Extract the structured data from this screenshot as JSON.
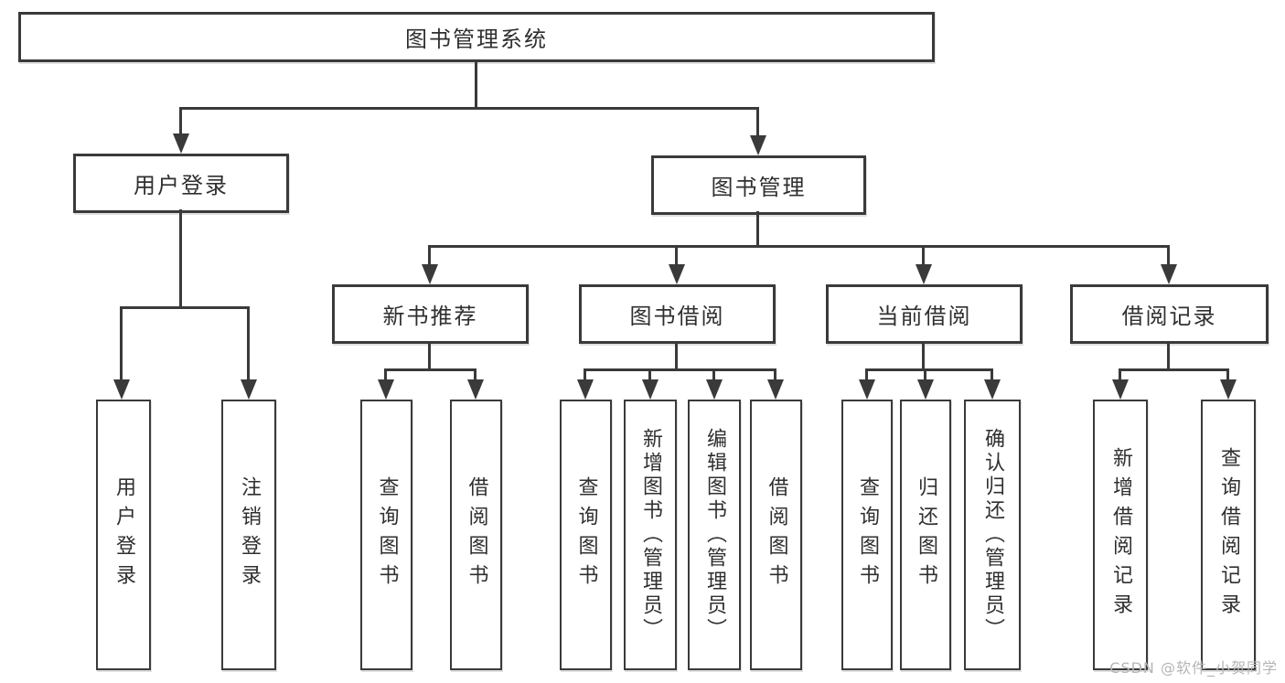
{
  "diagram": {
    "type": "hierarchy-tree",
    "colors": {
      "line": "#3a3a3a",
      "text": "#2f2f2f",
      "box_background": "#ffffff",
      "watermark": "#b5b5b5"
    },
    "tree": {
      "label": "图书管理系统",
      "children": [
        {
          "label": "用户登录",
          "children": [
            {
              "label": "用户登录"
            },
            {
              "label": "注销登录"
            }
          ]
        },
        {
          "label": "图书管理",
          "children": [
            {
              "label": "新书推荐",
              "children": [
                {
                  "label": "查询图书"
                },
                {
                  "label": "借阅图书"
                }
              ]
            },
            {
              "label": "图书借阅",
              "children": [
                {
                  "label": "查询图书"
                },
                {
                  "label": "新增图书（管理员）"
                },
                {
                  "label": "编辑图书（管理员）"
                },
                {
                  "label": "借阅图书"
                }
              ]
            },
            {
              "label": "当前借阅",
              "children": [
                {
                  "label": "查询图书"
                },
                {
                  "label": "归还图书"
                },
                {
                  "label": "确认归还（管理员）"
                }
              ]
            },
            {
              "label": "借阅记录",
              "children": [
                {
                  "label": "新增借阅记录"
                },
                {
                  "label": "查询借阅记录"
                }
              ]
            }
          ]
        }
      ]
    },
    "watermark": {
      "text": "CSDN @软件_小贺同学"
    }
  }
}
